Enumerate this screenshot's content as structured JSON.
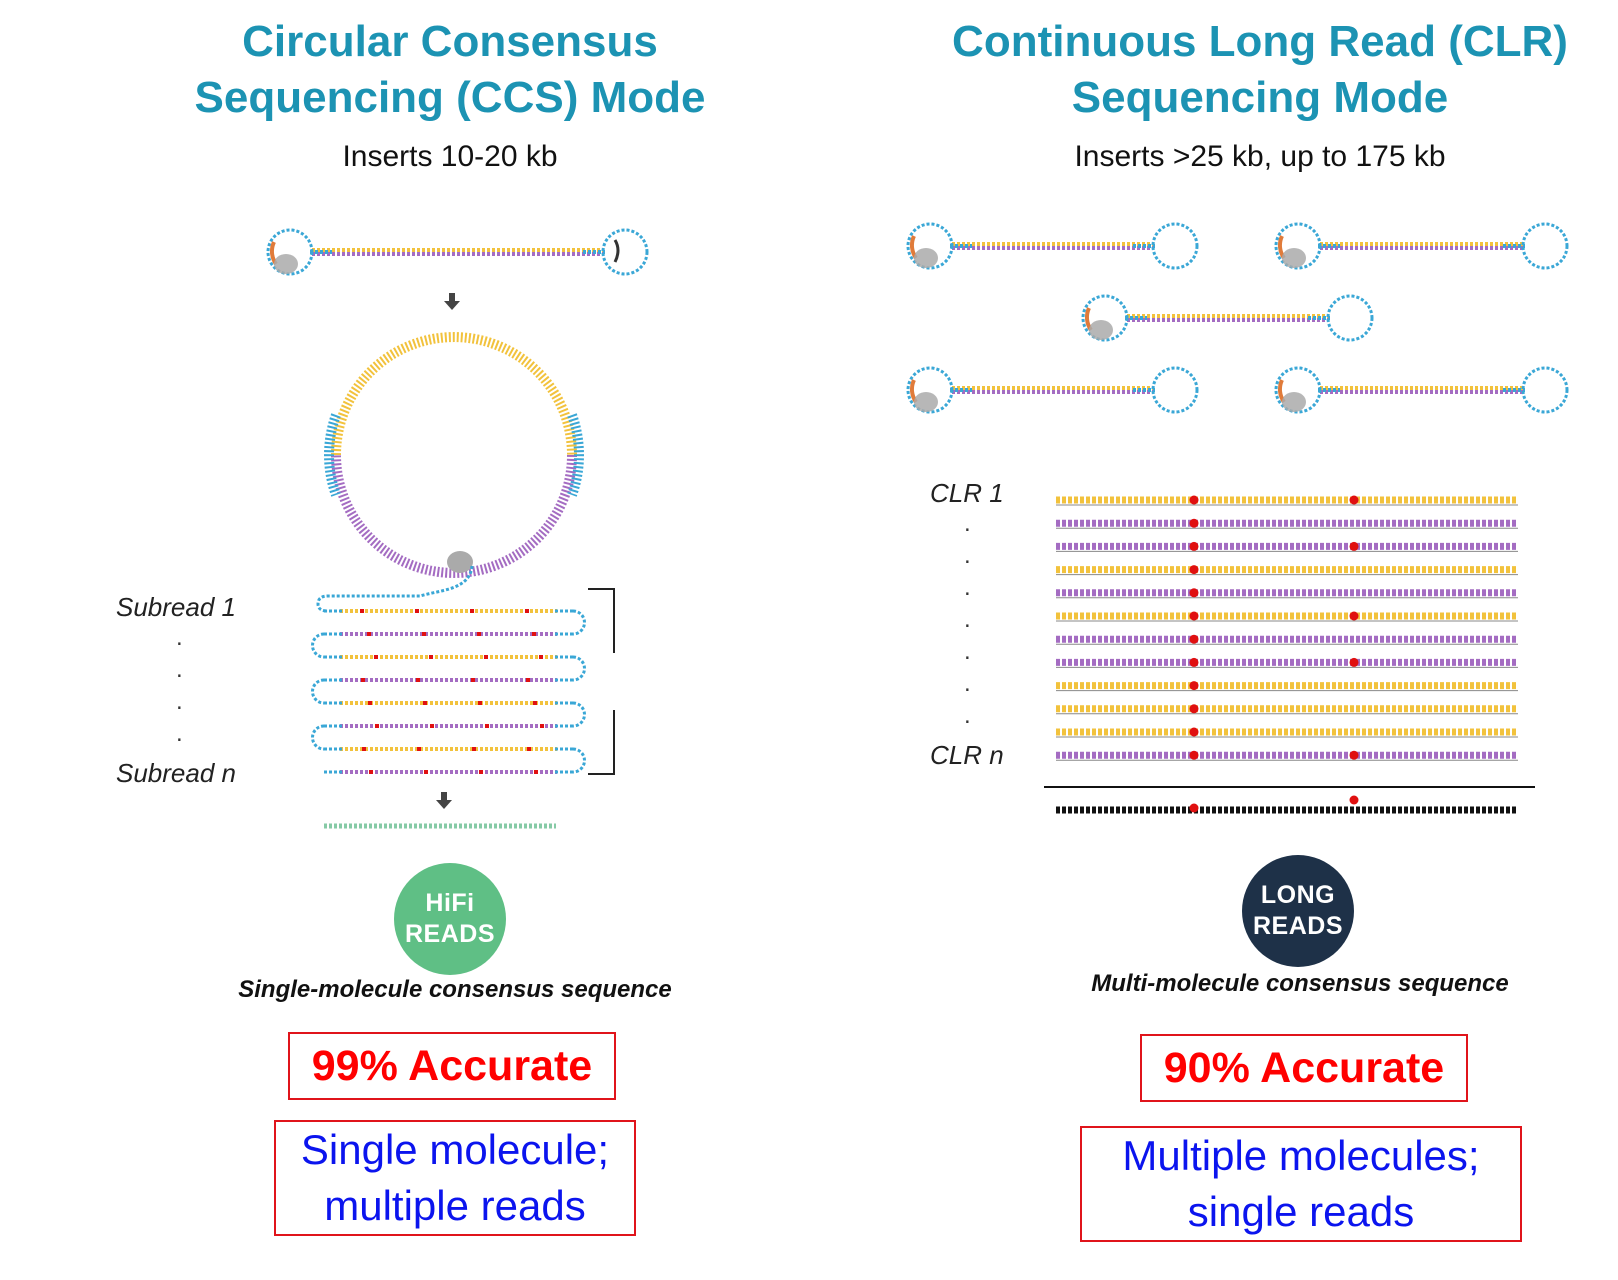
{
  "left": {
    "title_line1": "Circular Consensus",
    "title_line2": "Sequencing (CCS) Mode",
    "subtitle": "Inserts 10-20 kb",
    "label_first": "Subread 1",
    "label_last": "Subread n",
    "badge_line1": "HiFi",
    "badge_line2": "READS",
    "badge_color": "#5fbf85",
    "caption": "Single-molecule consensus sequence",
    "accuracy": "99% Accurate",
    "desc_line1": "Single molecule;",
    "desc_line2": "multiple reads"
  },
  "right": {
    "title_line1": "Continuous Long Read (CLR)",
    "title_line2": "Sequencing Mode",
    "subtitle": "Inserts >25 kb, up to 175 kb",
    "label_first": "CLR 1",
    "label_last": "CLR n",
    "badge_line1": "LONG",
    "badge_line2": "READS",
    "badge_color": "#1e3148",
    "caption": "Multi-molecule consensus sequence",
    "accuracy": "90% Accurate",
    "desc_line1": "Multiple molecules;",
    "desc_line2": "single reads"
  },
  "colors": {
    "title": "#1c93b3",
    "strand_yellow": "#f2c23c",
    "strand_purple": "#a46cc2",
    "adapter_blue": "#3aa7d6",
    "error_red": "#e01010",
    "box_red": "#e0141b",
    "desc_blue": "#0b14ee",
    "consensus_green": "#86caa6"
  }
}
